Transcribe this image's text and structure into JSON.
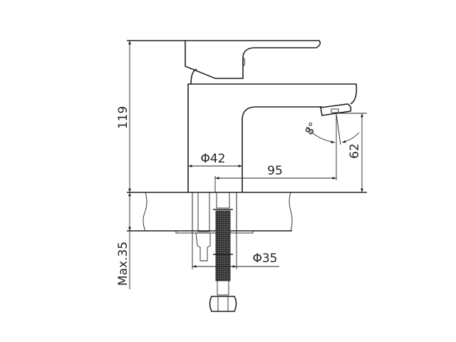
{
  "drawing": {
    "line_color": "#231f20",
    "dimensions": {
      "total_height": "119",
      "spout_height": "62",
      "body_diameter": "Φ42",
      "spout_reach": "95",
      "max_counter_thickness": "Max.35",
      "hole_diameter": "Φ35",
      "spout_angle": "8°"
    }
  }
}
